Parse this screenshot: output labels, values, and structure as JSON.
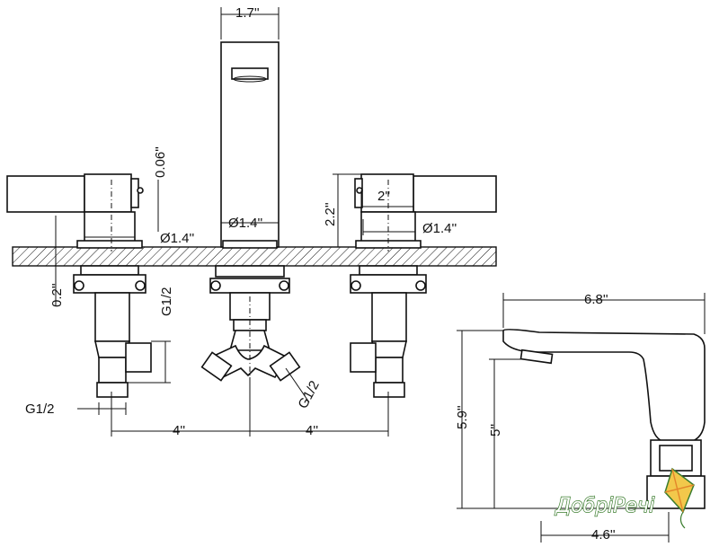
{
  "dimensions": {
    "spout_width": "1.7''",
    "handle_height_gap": "0.06''",
    "left_collar_dia": "Ø1.4''",
    "spout_base_dia": "Ø1.4''",
    "right_collar_dia": "Ø1.4''",
    "right_handle_width": "2''",
    "handle_height": "2.2''",
    "deck_thickness": "0.2''",
    "thread_vertical": "G1/2",
    "thread_left": "G1/2",
    "thread_diagonal": "G1/2",
    "spacing_left": "4''",
    "spacing_right": "4''",
    "side_length": "6.8''",
    "side_total_height": "5.9''",
    "side_outlet_height": "5''",
    "side_base_depth": "4.6''"
  },
  "logo": {
    "text": "ДобріРечі",
    "icon": "kite-icon",
    "colors": {
      "green": "#3b7d2e",
      "orange": "#e4872b",
      "yellow": "#f2c84b"
    }
  }
}
